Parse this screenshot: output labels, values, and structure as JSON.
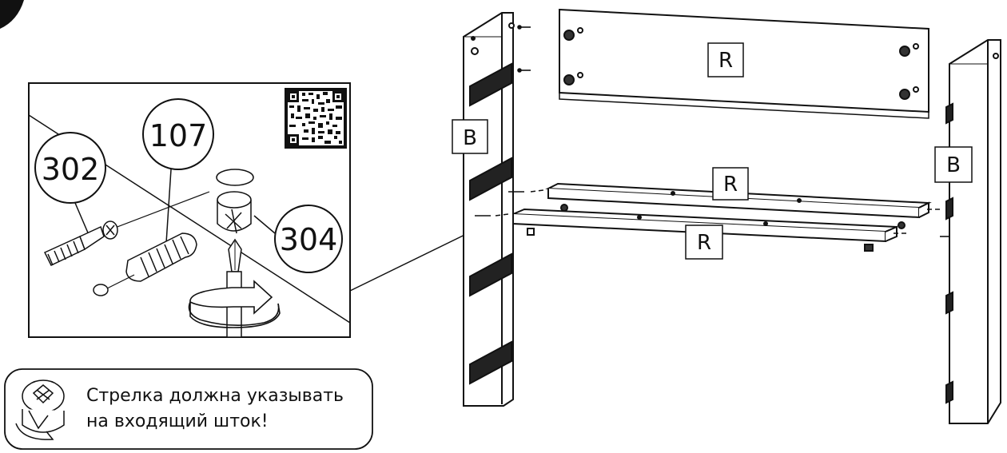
{
  "parts": {
    "screwdriver_handle": "302",
    "dowel": "107",
    "cam_lock": "304"
  },
  "panel_labels": {
    "top_board": "R",
    "left_side": "B",
    "right_side": "B",
    "rail_back": "R",
    "rail_front": "R"
  },
  "note": {
    "line1": "Стрелка должна указывать",
    "line2": "на входящий шток!"
  },
  "colors": {
    "ink": "#111111",
    "paper": "#ffffff"
  }
}
